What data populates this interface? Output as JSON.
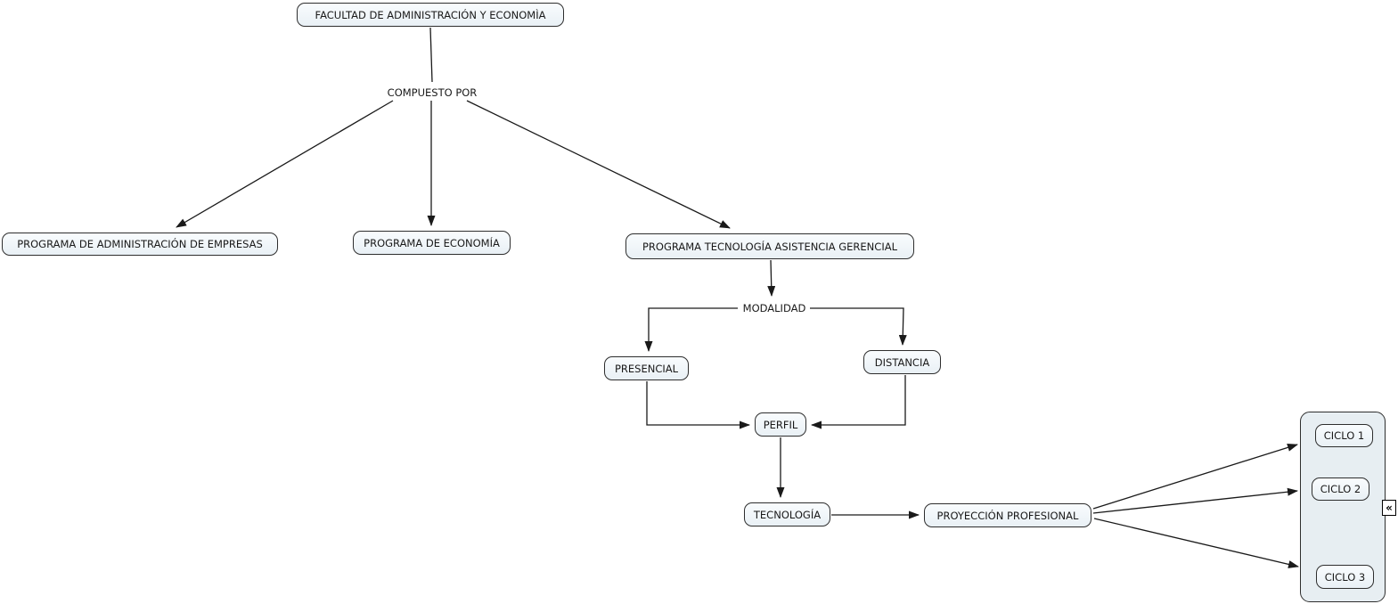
{
  "nodes": {
    "facultad": "FACULTAD DE ADMINISTRACIÓN Y ECONOMÌA",
    "prog_admin": "PROGRAMA DE ADMINISTRACIÓN DE EMPRESAS",
    "prog_econ": "PROGRAMA DE ECONOMÍA",
    "prog_tecno": "PROGRAMA TECNOLOGÍA ASISTENCIA GERENCIAL",
    "presencial": "PRESENCIAL",
    "distancia": "DISTANCIA",
    "perfil": "PERFIL",
    "tecnologia": "TECNOLOGÍA",
    "proyeccion": "PROYECCIÓN PROFESIONAL"
  },
  "linking_phrases": {
    "compuesto_por": "COMPUESTO POR",
    "modalidad": "MODALIDAD"
  },
  "ciclos_panel": {
    "items": [
      "CICLO 1",
      "CICLO 2",
      "CICLO 3"
    ]
  },
  "icons": {
    "collapse": "«"
  },
  "edges": [
    {
      "from": "FACULTAD DE ADMINISTRACIÓN Y ECONOMÌA",
      "label": "COMPUESTO POR",
      "to": "PROGRAMA DE ADMINISTRACIÓN DE EMPRESAS"
    },
    {
      "from": "FACULTAD DE ADMINISTRACIÓN Y ECONOMÌA",
      "label": "COMPUESTO POR",
      "to": "PROGRAMA DE ECONOMÍA"
    },
    {
      "from": "FACULTAD DE ADMINISTRACIÓN Y ECONOMÌA",
      "label": "COMPUESTO POR",
      "to": "PROGRAMA TECNOLOGÍA ASISTENCIA GERENCIAL"
    },
    {
      "from": "PROGRAMA TECNOLOGÍA ASISTENCIA GERENCIAL",
      "label": "MODALIDAD",
      "to": "PRESENCIAL"
    },
    {
      "from": "PROGRAMA TECNOLOGÍA ASISTENCIA GERENCIAL",
      "label": "MODALIDAD",
      "to": "DISTANCIA"
    },
    {
      "from": "PRESENCIAL",
      "label": "",
      "to": "PERFIL"
    },
    {
      "from": "DISTANCIA",
      "label": "",
      "to": "PERFIL"
    },
    {
      "from": "PERFIL",
      "label": "",
      "to": "TECNOLOGÍA"
    },
    {
      "from": "TECNOLOGÍA",
      "label": "",
      "to": "PROYECCIÓN PROFESIONAL"
    },
    {
      "from": "PROYECCIÓN PROFESIONAL",
      "label": "",
      "to": "CICLO 1"
    },
    {
      "from": "PROYECCIÓN PROFESIONAL",
      "label": "",
      "to": "CICLO 2"
    },
    {
      "from": "PROYECCIÓN PROFESIONAL",
      "label": "",
      "to": "CICLO 3"
    }
  ],
  "colors": {
    "background": "#ffffff",
    "node_fill": "#edf3f7",
    "node_border": "#2e2e2e",
    "panel_fill": "#e7eef2",
    "line": "#1a1a1a"
  }
}
